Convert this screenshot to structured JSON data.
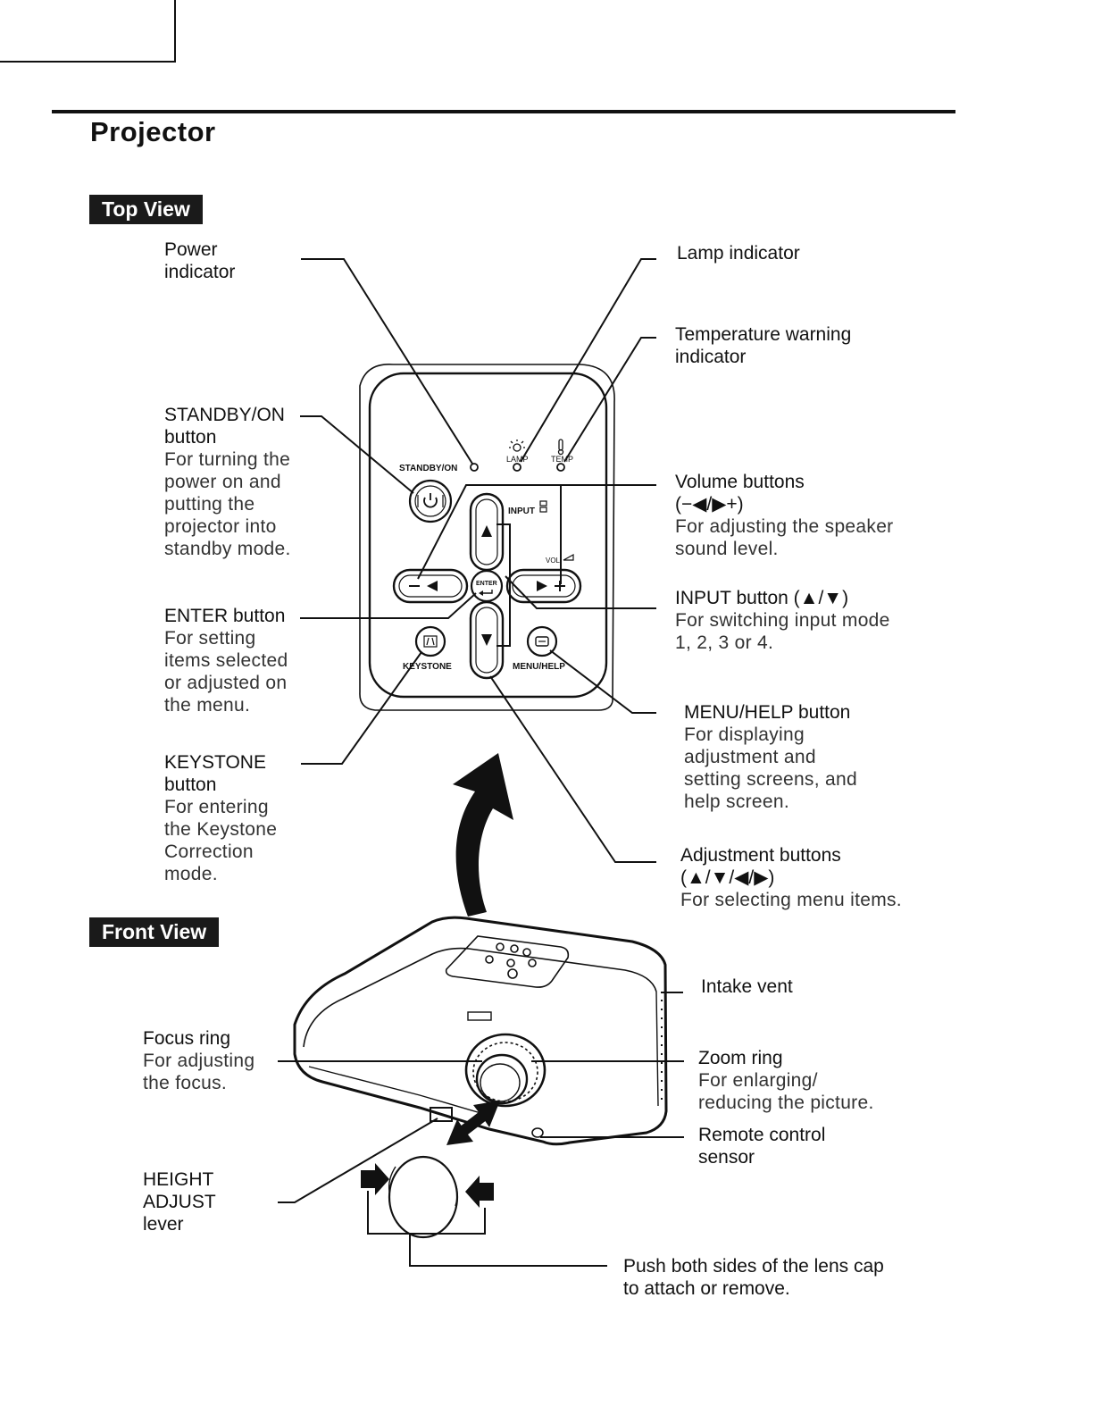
{
  "page_title": "Projector",
  "sections": {
    "top_view": "Top View",
    "front_view": "Front View"
  },
  "panel_text": {
    "standby_on": "STANDBY/ON",
    "lamp": "LAMP",
    "temp": "TEMP",
    "input": "INPUT",
    "vol": "VOL",
    "enter": "ENTER",
    "keystone": "KEYSTONE",
    "menu_help": "MENU/HELP"
  },
  "labels": {
    "power_indicator": {
      "lines": [
        "Power",
        "indicator"
      ]
    },
    "standby_on_button": {
      "title_lines": [
        "STANDBY/ON",
        "button"
      ],
      "desc_lines": [
        "For turning the",
        "power on and",
        "putting the",
        "projector into",
        "standby mode."
      ]
    },
    "enter_button": {
      "title_lines": [
        "ENTER button"
      ],
      "desc_lines": [
        "For setting",
        "items selected",
        "or adjusted on",
        "the menu."
      ]
    },
    "keystone_button": {
      "title_lines": [
        "KEYSTONE",
        "button"
      ],
      "desc_lines": [
        "For entering",
        "the Keystone",
        "Correction",
        "mode."
      ]
    },
    "lamp_indicator": {
      "lines": [
        "Lamp indicator"
      ]
    },
    "temperature_warning_indicator": {
      "lines": [
        "Temperature warning",
        "indicator"
      ]
    },
    "volume_buttons": {
      "title_lines": [
        "Volume buttons",
        "(−◀/▶+)"
      ],
      "desc_lines": [
        "For adjusting the speaker",
        "sound level."
      ]
    },
    "input_button": {
      "title_lines": [
        "INPUT button (▲/▼)"
      ],
      "desc_lines": [
        "For switching input mode",
        "1, 2, 3 or 4."
      ]
    },
    "menu_help_button": {
      "title_lines": [
        "MENU/HELP button"
      ],
      "desc_lines": [
        "For displaying",
        "adjustment and",
        "setting screens, and",
        "help screen."
      ]
    },
    "adjustment_buttons": {
      "title_lines": [
        "Adjustment buttons",
        "(▲/▼/◀/▶)"
      ],
      "desc_lines": [
        "For selecting menu items."
      ]
    },
    "intake_vent": {
      "lines": [
        "Intake vent"
      ]
    },
    "focus_ring": {
      "title_lines": [
        "Focus ring"
      ],
      "desc_lines": [
        "For adjusting",
        "the focus."
      ]
    },
    "zoom_ring": {
      "title_lines": [
        "Zoom ring"
      ],
      "desc_lines": [
        "For enlarging/",
        "reducing the picture."
      ]
    },
    "remote_control_sensor": {
      "lines": [
        "Remote control",
        "sensor"
      ]
    },
    "height_adjust_lever": {
      "lines": [
        "HEIGHT",
        "ADJUST",
        "lever"
      ]
    },
    "lens_cap": {
      "lines": [
        "Push both sides of the lens cap",
        "to attach or remove."
      ]
    }
  }
}
